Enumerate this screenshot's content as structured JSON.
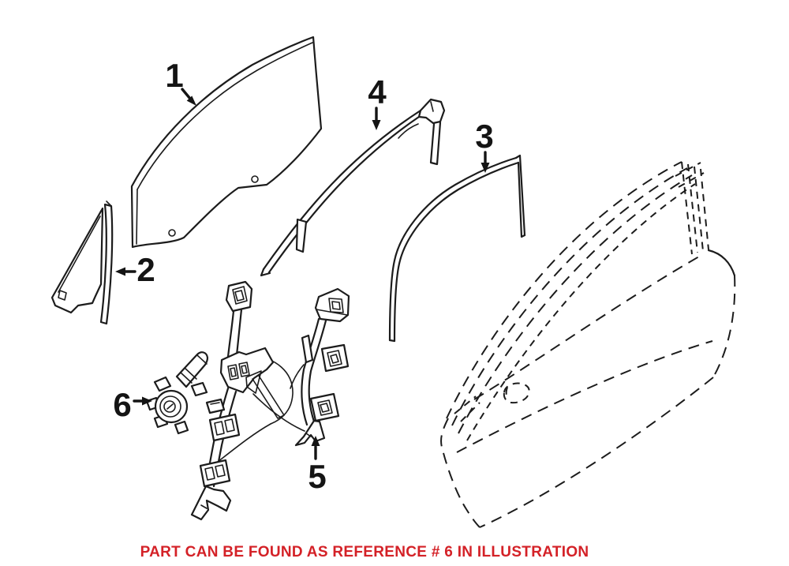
{
  "diagram": {
    "ink_color": "#1c1c1c",
    "part_labels": [
      {
        "text": "1"
      },
      {
        "text": "2"
      },
      {
        "text": "3"
      },
      {
        "text": "4"
      },
      {
        "text": "5"
      },
      {
        "text": "6"
      }
    ]
  },
  "caption": {
    "text": "PART CAN BE FOUND AS REFERENCE # 6 IN ILLUSTRATION",
    "color": "#d42127",
    "referenced_part": "6"
  }
}
